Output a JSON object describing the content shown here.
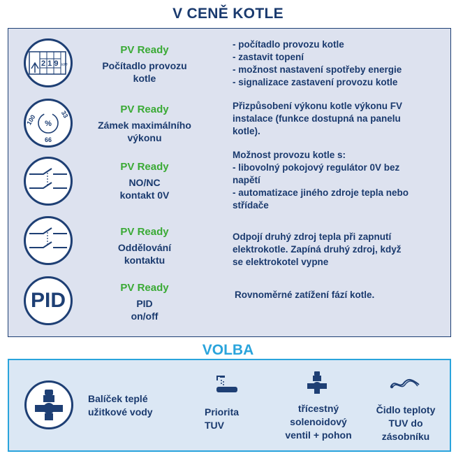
{
  "header": {
    "title": "V CENĚ KOTLE"
  },
  "features": [
    {
      "badge": "PV Ready",
      "label_lines": [
        "Počítadlo provozu",
        "kotle"
      ],
      "desc_lines": [
        "- počítadlo provozu kotle",
        "- zastavit topení",
        "- možnost nastavení spotřeby energie",
        "- signalizace zastavení provozu kotle"
      ],
      "icon": "meter-icon",
      "icon_text": {
        "digits": "2 1 9",
        "unit": "kWh"
      }
    },
    {
      "badge": "PV Ready",
      "label_lines": [
        "Zámek maximálního",
        "výkonu"
      ],
      "desc_lines": [
        "Přizpůsobení výkonu kotle výkonu FV",
        "instalace (funkce dostupná na panelu",
        "kotle)."
      ],
      "icon": "power-limit-icon",
      "icon_text": {
        "a": "100",
        "b": "33",
        "c": "66",
        "center": "%"
      }
    },
    {
      "badge": "PV Ready",
      "label_lines": [
        "NO/NC",
        "kontakt 0V"
      ],
      "desc_lines": [
        "Možnost provozu kotle s:",
        "- libovolný pokojový regulátor 0V bez",
        "napětí",
        "- automatizace jiného zdroje tepla nebo",
        "střídače"
      ],
      "icon": "switch-contact-icon"
    },
    {
      "badge": "PV Ready",
      "label_lines": [
        "Oddělování",
        "kontaktu"
      ],
      "desc_lines": [
        "Odpojí druhý zdroj tepla při zapnutí",
        "elektrokotle. Zapíná druhý zdroj, když",
        "se elektrokotel vypne"
      ],
      "icon": "switch-separation-icon"
    },
    {
      "badge": "PV Ready",
      "label_lines": [
        "PID",
        "on/off"
      ],
      "desc_lines": [
        "Rovnoměrné zatížení fází kotle."
      ],
      "icon": "pid-icon",
      "icon_text": {
        "pid": "PID"
      }
    }
  ],
  "options": {
    "title": "VOLBA",
    "items": [
      {
        "label_lines": [
          "Balíček teplé",
          "užitkové vody"
        ],
        "icon": "valve-package-icon"
      },
      {
        "label_lines": [
          "Priorita",
          "TUV"
        ],
        "icon": "shower-tank-icon"
      },
      {
        "label_lines": [
          "třícestný",
          "solenoidový",
          "ventil + pohon"
        ],
        "icon": "three-way-valve-icon"
      },
      {
        "label_lines": [
          "Čidlo teploty",
          "TUV do",
          "zásobníku"
        ],
        "icon": "temperature-sensor-icon"
      }
    ]
  },
  "colors": {
    "navy": "#1e3f74",
    "green": "#3aaa35",
    "cyan": "#2aa4dc",
    "panel": "#dde2ef"
  }
}
